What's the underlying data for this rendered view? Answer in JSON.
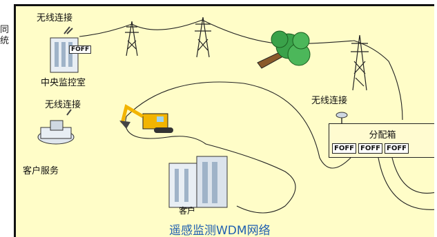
{
  "side_text": [
    "同",
    "统"
  ],
  "labels": {
    "wireless_top": "无线连接",
    "central_room": "中央监控室",
    "wireless_left": "无线连接",
    "customer_service": "客户服务",
    "wireless_right": "无线连接",
    "distribution_box": "分配箱",
    "customer": "客户",
    "foff_central": "FOFF"
  },
  "foff_units": [
    "FOFF",
    "FOFF",
    "FOFF"
  ],
  "title": "遥感监测WDM网络",
  "colors": {
    "background": "#fffdc8",
    "title": "#1f5fb0",
    "tree": "#3aa24a",
    "excavator": "#f2b400"
  }
}
